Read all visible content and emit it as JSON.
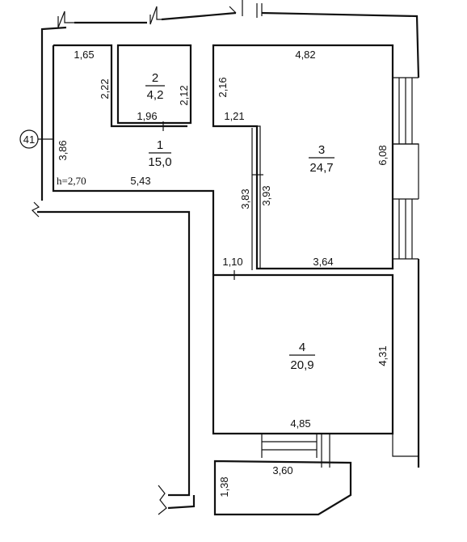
{
  "rooms": [
    {
      "number": "1",
      "area": "15,0"
    },
    {
      "number": "2",
      "area": "4,2"
    },
    {
      "number": "3",
      "area": "24,7"
    },
    {
      "number": "4",
      "area": "20,9"
    }
  ],
  "dimensions": {
    "d_1_65": "1,65",
    "d_2_22": "2,22",
    "d_2_12": "2,12",
    "d_1_96": "1,96",
    "d_3_86": "3,86",
    "d_5_43": "5,43",
    "d_4_82": "4,82",
    "d_2_16": "2,16",
    "d_1_21": "1,21",
    "d_6_08": "6,08",
    "d_3_83": "3,83",
    "d_3_93": "3,93",
    "d_1_10": "1,10",
    "d_3_64": "3,64",
    "d_4_31": "4,31",
    "d_4_85": "4,85",
    "d_3_60": "3,60",
    "d_1_38": "1,38"
  },
  "ceiling_height": "h=2,70",
  "axis_marker": "41"
}
